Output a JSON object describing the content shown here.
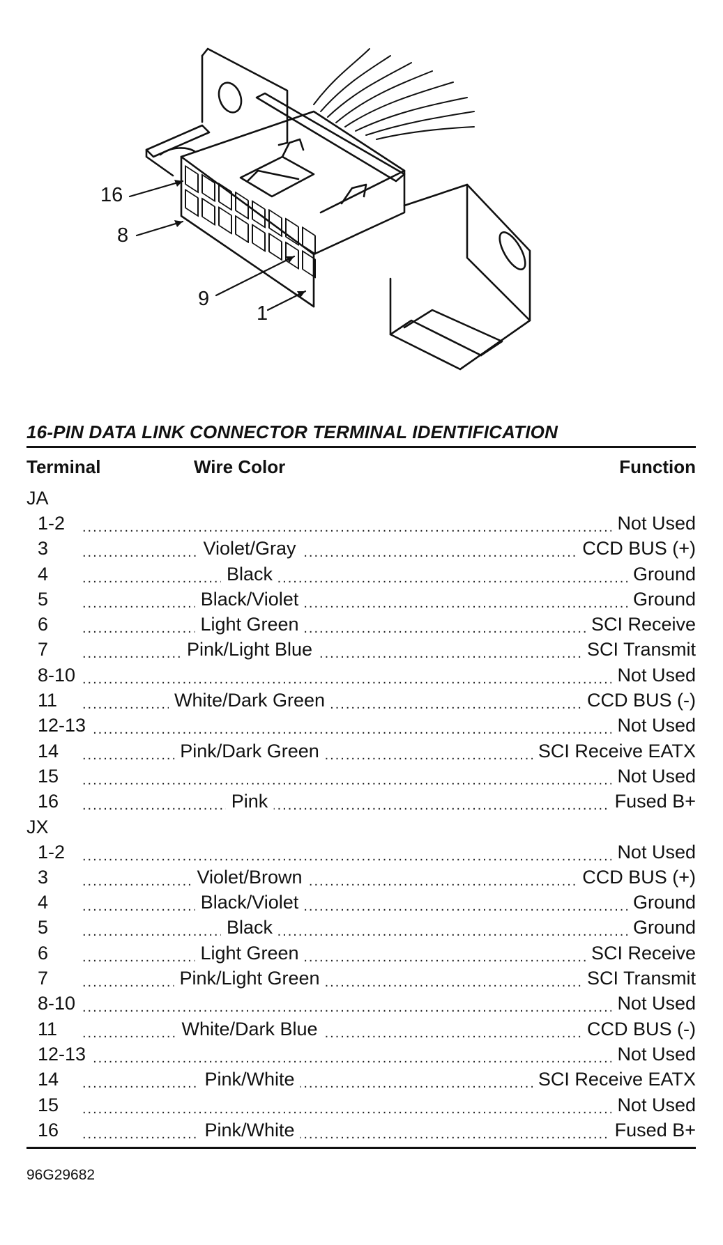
{
  "diagram": {
    "callouts": [
      "16",
      "8",
      "9",
      "1"
    ]
  },
  "table": {
    "title": "16-PIN DATA LINK CONNECTOR TERMINAL IDENTIFICATION",
    "headers": {
      "terminal": "Terminal",
      "wire": "Wire Color",
      "function": "Function"
    },
    "groups": [
      {
        "label": "JA",
        "rows": [
          {
            "terminal": "1-2",
            "wire": "",
            "function": "Not Used"
          },
          {
            "terminal": "3",
            "wire": "Violet/Gray",
            "function": "CCD BUS (+)"
          },
          {
            "terminal": "4",
            "wire": "Black",
            "function": "Ground"
          },
          {
            "terminal": "5",
            "wire": "Black/Violet",
            "function": "Ground"
          },
          {
            "terminal": "6",
            "wire": "Light Green",
            "function": "SCI Receive"
          },
          {
            "terminal": "7",
            "wire": "Pink/Light Blue",
            "function": "SCI Transmit"
          },
          {
            "terminal": "8-10",
            "wire": "",
            "function": "Not Used"
          },
          {
            "terminal": "11",
            "wire": "White/Dark Green",
            "function": "CCD BUS (-)"
          },
          {
            "terminal": "12-13",
            "wire": "",
            "function": "Not Used"
          },
          {
            "terminal": "14",
            "wire": "Pink/Dark Green",
            "function": "SCI Receive EATX"
          },
          {
            "terminal": "15",
            "wire": "",
            "function": "Not Used"
          },
          {
            "terminal": "16",
            "wire": "Pink",
            "function": "Fused B+"
          }
        ]
      },
      {
        "label": "JX",
        "rows": [
          {
            "terminal": "1-2",
            "wire": "",
            "function": "Not Used"
          },
          {
            "terminal": "3",
            "wire": "Violet/Brown",
            "function": "CCD BUS (+)"
          },
          {
            "terminal": "4",
            "wire": "Black/Violet",
            "function": "Ground"
          },
          {
            "terminal": "5",
            "wire": "Black",
            "function": "Ground"
          },
          {
            "terminal": "6",
            "wire": "Light Green",
            "function": "SCI Receive"
          },
          {
            "terminal": "7",
            "wire": "Pink/Light Green",
            "function": "SCI Transmit"
          },
          {
            "terminal": "8-10",
            "wire": "",
            "function": "Not Used"
          },
          {
            "terminal": "11",
            "wire": "White/Dark Blue",
            "function": "CCD BUS (-)"
          },
          {
            "terminal": "12-13",
            "wire": "",
            "function": "Not Used"
          },
          {
            "terminal": "14",
            "wire": "Pink/White",
            "function": "SCI Receive EATX"
          },
          {
            "terminal": "15",
            "wire": "",
            "function": "Not Used"
          },
          {
            "terminal": "16",
            "wire": "Pink/White",
            "function": "Fused B+"
          }
        ]
      }
    ]
  },
  "footer": {
    "code": "96G29682"
  }
}
